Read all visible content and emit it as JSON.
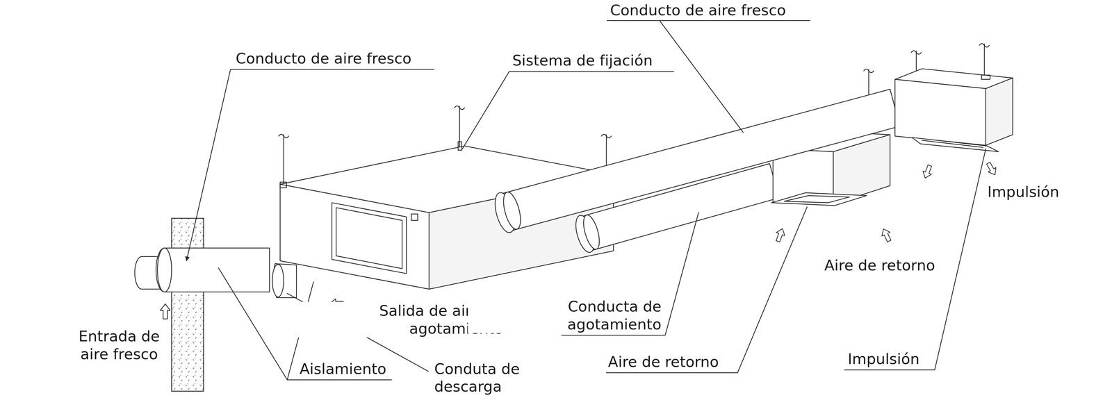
{
  "diagram": {
    "labels": [
      "Conducto de aire fresco",
      "Conducto de aire fresco",
      "Sistema de fijación",
      "Impulsión",
      "Aire de retorno",
      "Salida de aire de agotamiento",
      "Conducta de agotamiento",
      "Entrada de aire fresco",
      "Aislamiento",
      "Conduta de descarga",
      "Aire de retorno",
      "Impulsión"
    ]
  }
}
